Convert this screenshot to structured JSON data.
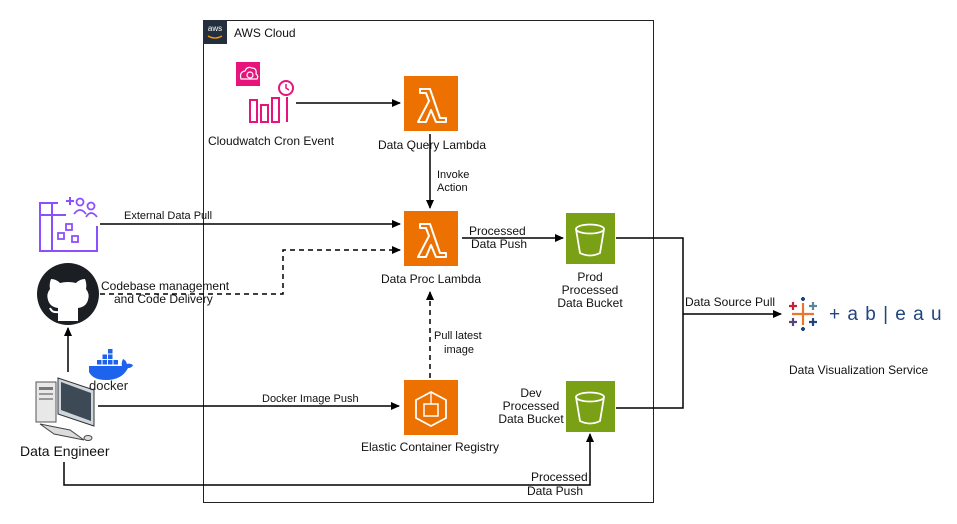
{
  "aws": {
    "title": "AWS Cloud",
    "logo": "aws"
  },
  "nodes": {
    "cloudwatch": {
      "label": "Cloudwatch Cron Event",
      "icon": "cloudwatch-icon"
    },
    "query_lambda": {
      "label": "Data Query Lambda",
      "icon": "lambda-icon"
    },
    "proc_lambda": {
      "label": "Data Proc Lambda",
      "icon": "lambda-icon"
    },
    "prod_bucket": {
      "line1": "Prod",
      "line2": "Processed",
      "line3": "Data Bucket",
      "icon": "s3-bucket-icon"
    },
    "dev_bucket": {
      "line1": "Dev",
      "line2": "Processed",
      "line3": "Data Bucket",
      "icon": "s3-bucket-icon"
    },
    "ecr": {
      "label": "Elastic Container Registry",
      "icon": "ecr-icon"
    },
    "engineer": {
      "label": "Data Engineer",
      "icon": "desktop-computer-icon"
    },
    "tableau": {
      "label": "Data Visualization Service",
      "logo_text": "+ a b | e a u",
      "icon": "tableau-icon"
    },
    "external": {
      "icon": "external-source-icon"
    },
    "github": {
      "icon": "github-icon"
    },
    "docker": {
      "label": "docker",
      "icon": "docker-icon"
    }
  },
  "edges": {
    "invoke_1": "Invoke",
    "invoke_2": "Action",
    "external_pull": "External Data Pull",
    "codebase_1": "Codebase management",
    "codebase_2": "and Code Delivery",
    "processed_push_1": "Processed",
    "processed_push_2": "Data Push",
    "data_source_pull": "Data Source Pull",
    "pull_latest_1": "Pull latest",
    "pull_latest_2": "image",
    "docker_push": "Docker Image Push",
    "bottom_push_1": "Processed",
    "bottom_push_2": "Data Push"
  },
  "colors": {
    "lambda": "#ed7100",
    "s3": "#7aa116",
    "cloudwatch": "#e7157b",
    "external": "#8c4fff",
    "docker": "#1d63ed",
    "tableau_blue": "#1f457e",
    "tableau_orange": "#e8762d",
    "tableau_red": "#c72037",
    "tableau_teal": "#5b879b",
    "tableau_purple": "#59457e"
  }
}
